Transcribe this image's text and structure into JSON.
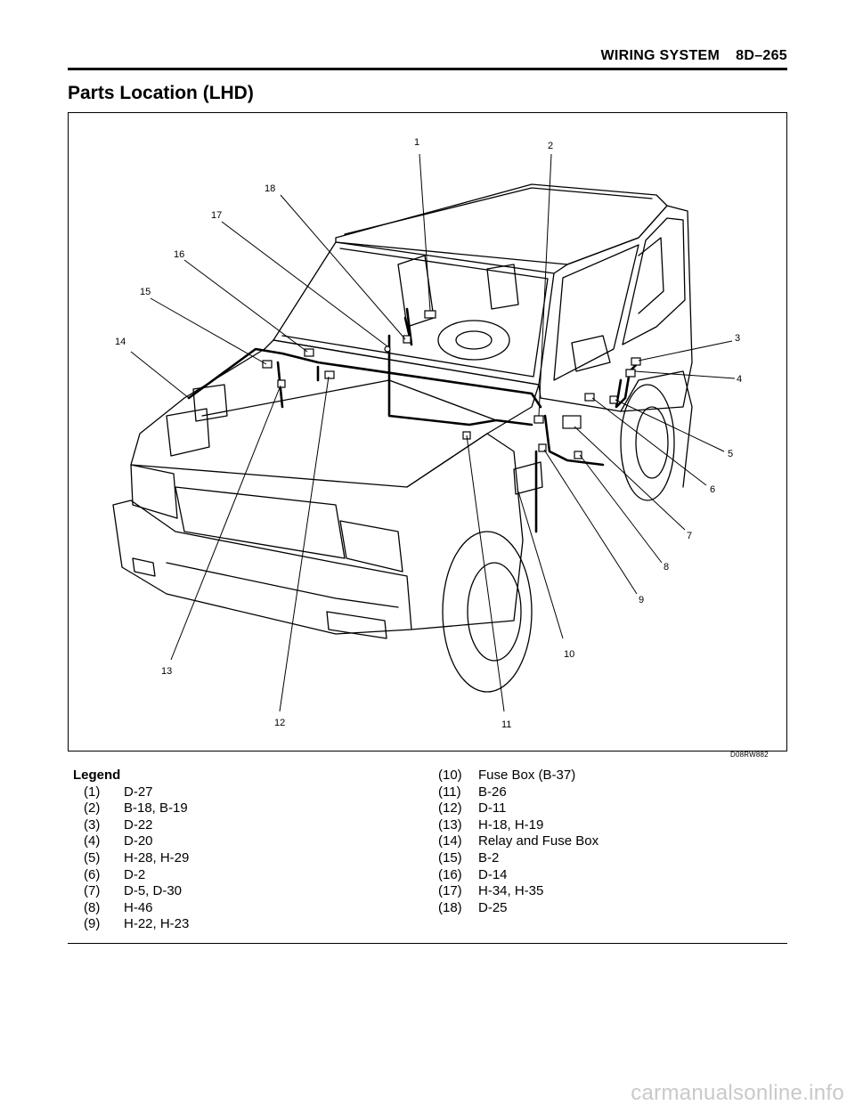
{
  "header": {
    "section": "WIRING SYSTEM",
    "page": "8D–265"
  },
  "page_title": "Parts Location (LHD)",
  "figure": {
    "callouts": [
      "1",
      "2",
      "3",
      "4",
      "5",
      "6",
      "7",
      "8",
      "9",
      "10",
      "11",
      "12",
      "13",
      "14",
      "15",
      "16",
      "17",
      "18"
    ],
    "code": "D08RW882"
  },
  "legend": {
    "heading": "Legend",
    "items": [
      {
        "num": "(1)",
        "text": "D-27"
      },
      {
        "num": "(2)",
        "text": "B-18, B-19"
      },
      {
        "num": "(3)",
        "text": "D-22"
      },
      {
        "num": "(4)",
        "text": "D-20"
      },
      {
        "num": "(5)",
        "text": "H-28, H-29"
      },
      {
        "num": "(6)",
        "text": "D-2"
      },
      {
        "num": "(7)",
        "text": "D-5, D-30"
      },
      {
        "num": "(8)",
        "text": "H-46"
      },
      {
        "num": "(9)",
        "text": "H-22, H-23"
      },
      {
        "num": "(10)",
        "text": "Fuse Box (B-37)"
      },
      {
        "num": "(11)",
        "text": "B-26"
      },
      {
        "num": "(12)",
        "text": "D-11"
      },
      {
        "num": "(13)",
        "text": "H-18, H-19"
      },
      {
        "num": "(14)",
        "text": "Relay and Fuse Box"
      },
      {
        "num": "(15)",
        "text": "B-2"
      },
      {
        "num": "(16)",
        "text": "D-14"
      },
      {
        "num": "(17)",
        "text": "H-34, H-35"
      },
      {
        "num": "(18)",
        "text": "D-25"
      }
    ]
  },
  "watermark": "carmanualsonline.info"
}
